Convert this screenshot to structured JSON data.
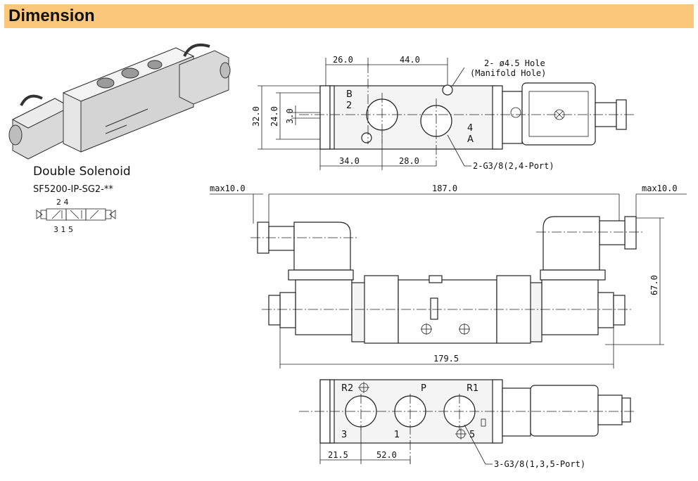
{
  "header": {
    "title": "Dimension"
  },
  "product": {
    "type_label": "Double Solenoid",
    "model": "SF5200-IP-SG2-**",
    "symbol_top_ports": "2  4",
    "symbol_bottom_ports": "3 1 5"
  },
  "top_view": {
    "dim_26": "26.0",
    "dim_44": "44.0",
    "hole_note_1": "2- ø4.5 Hole",
    "hole_note_2": "(Manifold Hole)",
    "dim_32": "32.0",
    "dim_24": "24.0",
    "dim_3": "3.0",
    "port_b": "B",
    "port_2": "2",
    "port_4": "4",
    "port_a": "A",
    "dim_34": "34.0",
    "dim_28": "28.0",
    "port_note": "2-G3/8(2,4-Port)"
  },
  "front_view": {
    "max_left": "max10.0",
    "dim_187": "187.0",
    "max_right": "max10.0",
    "dim_67": "67.0",
    "dim_179": "179.5"
  },
  "bottom_view": {
    "port_r2": "R2",
    "port_p": "P",
    "port_r1": "R1",
    "port_3": "3",
    "port_1": "1",
    "port_5": "5",
    "dim_21": "21.5",
    "dim_52": "52.0",
    "port_note": "3-G3/8(1,3,5-Port)"
  }
}
